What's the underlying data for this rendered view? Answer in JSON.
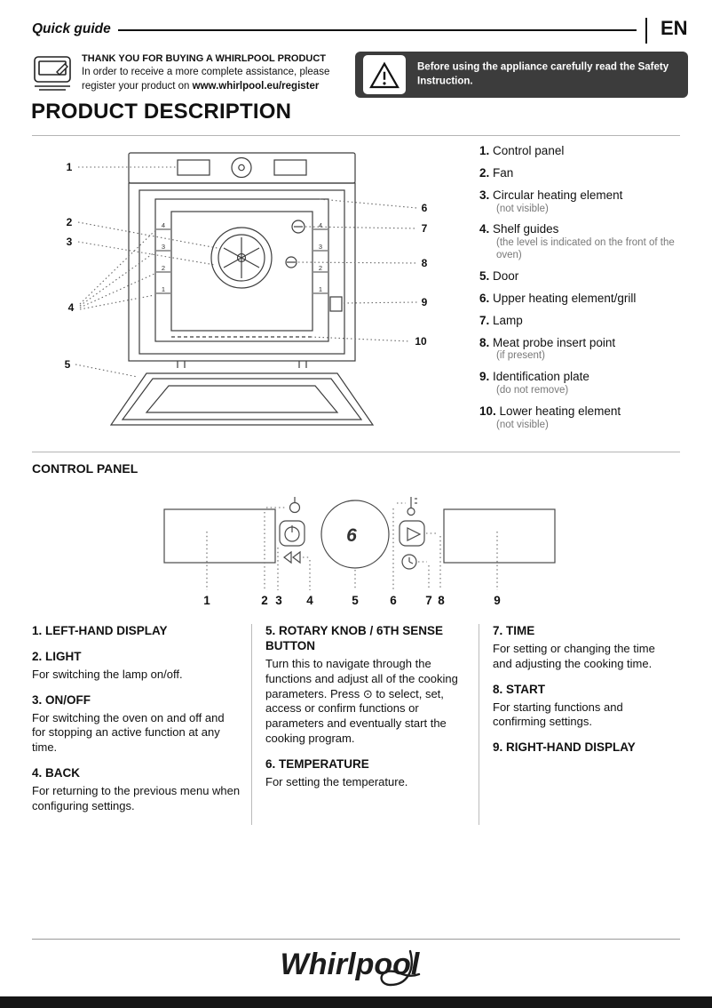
{
  "header": {
    "title": "Quick guide",
    "lang": "EN"
  },
  "thankyou": {
    "heading": "THANK YOU FOR BUYING A WHIRLPOOL PRODUCT",
    "line1": "In order to receive a more complete assistance, please",
    "register_pre": "register your product on ",
    "register_url": "www.whirlpool.eu/register"
  },
  "warning": {
    "text": "Before using the appliance carefully read the Safety Instruction."
  },
  "product_description": {
    "title": "PRODUCT DESCRIPTION",
    "items": [
      {
        "num": "1.",
        "label": "Control panel",
        "note": ""
      },
      {
        "num": "2.",
        "label": "Fan",
        "note": ""
      },
      {
        "num": "3.",
        "label": "Circular heating element",
        "note": "(not visible)"
      },
      {
        "num": "4.",
        "label": "Shelf guides",
        "note": "(the level is indicated on the front of the oven)"
      },
      {
        "num": "5.",
        "label": "Door",
        "note": ""
      },
      {
        "num": "6.",
        "label": "Upper heating element/grill",
        "note": ""
      },
      {
        "num": "7.",
        "label": "Lamp",
        "note": ""
      },
      {
        "num": "8.",
        "label": "Meat probe insert point",
        "note": "(if present)"
      },
      {
        "num": "9.",
        "label": "Identification plate",
        "note": "(do not remove)"
      },
      {
        "num": "10.",
        "label": "Lower heating element",
        "note": "(not visible)"
      }
    ]
  },
  "oven_diagram": {
    "callouts": [
      "1",
      "2",
      "3",
      "4",
      "5",
      "6",
      "7",
      "8",
      "9",
      "10"
    ],
    "shelf_levels_left": [
      "4",
      "3",
      "2",
      "1"
    ],
    "shelf_levels_right": [
      "4",
      "3",
      "2",
      "1"
    ]
  },
  "control_panel": {
    "title": "CONTROL PANEL",
    "knob_label": "6",
    "callouts": [
      "1",
      "2",
      "3",
      "4",
      "5",
      "6",
      "7",
      "8",
      "9"
    ],
    "columns": [
      {
        "entries": [
          {
            "heading": "1. LEFT-HAND DISPLAY",
            "body": ""
          },
          {
            "heading": "2. LIGHT",
            "body": "For switching the lamp on/off."
          },
          {
            "heading": "3. ON/OFF",
            "body": "For switching the oven on and off and for stopping an active function at any time."
          },
          {
            "heading": "4. BACK",
            "body": "For returning to the previous menu when configuring settings."
          }
        ]
      },
      {
        "entries": [
          {
            "heading": "5. ROTARY KNOB / 6TH SENSE BUTTON",
            "body": "Turn this to navigate through the functions and adjust all of the cooking parameters. Press ⊙ to select, set, access or confirm functions or parameters and eventually start the cooking program."
          },
          {
            "heading": "6. TEMPERATURE",
            "body": "For setting the temperature."
          }
        ]
      },
      {
        "entries": [
          {
            "heading": "7. TIME",
            "body": "For setting or changing the time and adjusting the cooking time."
          },
          {
            "heading": "8. START",
            "body": "For starting functions and confirming settings."
          },
          {
            "heading": "9. RIGHT-HAND DISPLAY",
            "body": ""
          }
        ]
      }
    ]
  },
  "footer": {
    "brand": "Whirlpool"
  }
}
